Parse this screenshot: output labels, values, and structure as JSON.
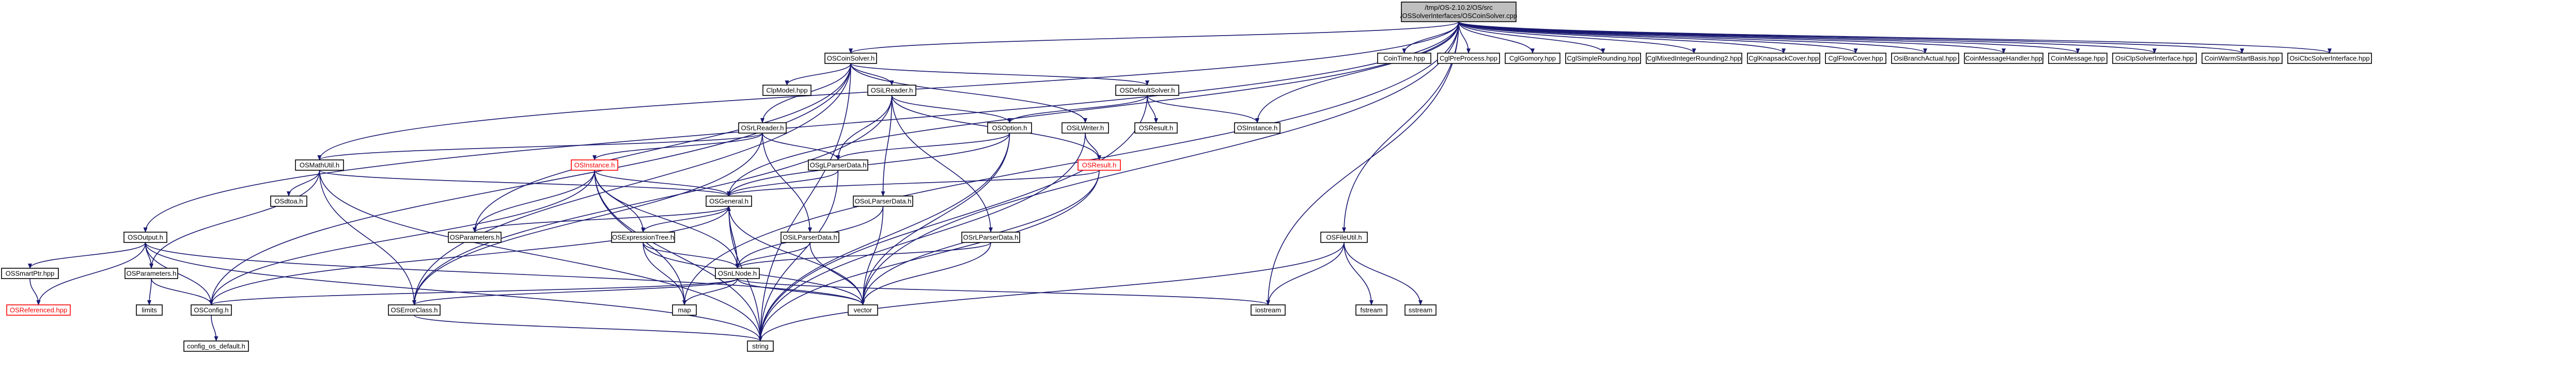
{
  "root": [
    "/tmp/OS-2.10.2/OS/src",
    "/OSSolverInterfaces/OSCoinSolver.cpp"
  ],
  "nodes": [
    {
      "id": "OSCoinSolver.h",
      "label": "OSCoinSolver.h"
    },
    {
      "id": "CoinTime.hpp",
      "label": "CoinTime.hpp"
    },
    {
      "id": "CglPreProcess.hpp",
      "label": "CglPreProcess.hpp"
    },
    {
      "id": "CglGomory.hpp",
      "label": "CglGomory.hpp"
    },
    {
      "id": "CglSimpleRounding.hpp",
      "label": "CglSimpleRounding.hpp"
    },
    {
      "id": "CglMixedIntegerRounding2.hpp",
      "label": "CglMixedIntegerRounding2.hpp"
    },
    {
      "id": "CglKnapsackCover.hpp",
      "label": "CglKnapsackCover.hpp"
    },
    {
      "id": "CglFlowCover.hpp",
      "label": "CglFlowCover.hpp"
    },
    {
      "id": "OsiBranchActual.hpp",
      "label": "OsiBranchActual.hpp"
    },
    {
      "id": "CoinMessageHandler.hpp",
      "label": "CoinMessageHandler.hpp"
    },
    {
      "id": "CoinMessage.hpp",
      "label": "CoinMessage.hpp"
    },
    {
      "id": "OsiClpSolverInterface.hpp",
      "label": "OsiClpSolverInterface.hpp"
    },
    {
      "id": "CoinWarmStartBasis.hpp",
      "label": "CoinWarmStartBasis.hpp"
    },
    {
      "id": "OsiCbcSolverInterface.hpp",
      "label": "OsiCbcSolverInterface.hpp"
    },
    {
      "id": "ClpModel.hpp",
      "label": "ClpModel.hpp"
    },
    {
      "id": "OSiLReader.h",
      "label": "OSiLReader.h"
    },
    {
      "id": "OSrLReader.h",
      "label": "OSrLReader.h"
    },
    {
      "id": "OSDefaultSolver.h",
      "label": "OSDefaultSolver.h"
    },
    {
      "id": "OSiLWriter.h",
      "label": "OSiLWriter.h"
    },
    {
      "id": "OSOption.h",
      "label": "OSOption.h"
    },
    {
      "id": "OSResult.h",
      "label": "OSResult.h"
    },
    {
      "id": "OSInstance.h",
      "label": "OSInstance.h"
    },
    {
      "id": "OSResult.h (plain)",
      "label": "OSResult.h"
    },
    {
      "id": "OSMathUtil.h",
      "label": "OSMathUtil.h"
    },
    {
      "id": "OSdtoa.h",
      "label": "OSdtoa.h"
    },
    {
      "id": "OSgLParserData.h",
      "label": "OSgLParserData.h"
    },
    {
      "id": "OSInstance.h (red)",
      "label": "OSInstance.h"
    },
    {
      "id": "OSGeneral.h",
      "label": "OSGeneral.h"
    },
    {
      "id": "OSoLParserData.h",
      "label": "OSoLParserData.h"
    },
    {
      "id": "OSOutput.h",
      "label": "OSOutput.h"
    },
    {
      "id": "OSParameters.h",
      "label": "OSParameters.h"
    },
    {
      "id": "OSExpressionTree.h",
      "label": "OSExpressionTree.h"
    },
    {
      "id": "OSiLParserData.h",
      "label": "OSiLParserData.h"
    },
    {
      "id": "OSrLParserData.h",
      "label": "OSrLParserData.h"
    },
    {
      "id": "OSFileUtil.h",
      "label": "OSFileUtil.h"
    },
    {
      "id": "OSnLNode.h",
      "label": "OSnLNode.h"
    },
    {
      "id": "OSSmartPtr.hpp",
      "label": "OSSmartPtr.hpp"
    },
    {
      "id": "OSParameters.h (2)",
      "label": "OSParameters.h"
    },
    {
      "id": "OSReferenced.hpp",
      "label": "OSReferenced.hpp"
    },
    {
      "id": "limits",
      "label": "limits"
    },
    {
      "id": "OSConfig.h",
      "label": "OSConfig.h"
    },
    {
      "id": "OSErrorClass.h",
      "label": "OSErrorClass.h"
    },
    {
      "id": "map",
      "label": "map"
    },
    {
      "id": "vector",
      "label": "vector"
    },
    {
      "id": "iostream",
      "label": "iostream"
    },
    {
      "id": "fstream",
      "label": "fstream"
    },
    {
      "id": "sstream",
      "label": "sstream"
    },
    {
      "id": "config_os_default.h",
      "label": "config_os_default.h"
    },
    {
      "id": "string",
      "label": "string"
    }
  ],
  "edges": [
    [
      "ROOT",
      "OSCoinSolver.h"
    ],
    [
      "ROOT",
      "CoinTime.hpp"
    ],
    [
      "ROOT",
      "CglPreProcess.hpp"
    ],
    [
      "ROOT",
      "CglGomory.hpp"
    ],
    [
      "ROOT",
      "CglSimpleRounding.hpp"
    ],
    [
      "ROOT",
      "CglMixedIntegerRounding2.hpp"
    ],
    [
      "ROOT",
      "CglKnapsackCover.hpp"
    ],
    [
      "ROOT",
      "CglFlowCover.hpp"
    ],
    [
      "ROOT",
      "OsiBranchActual.hpp"
    ],
    [
      "ROOT",
      "CoinMessageHandler.hpp"
    ],
    [
      "ROOT",
      "CoinMessage.hpp"
    ],
    [
      "ROOT",
      "OsiClpSolverInterface.hpp"
    ],
    [
      "ROOT",
      "CoinWarmStartBasis.hpp"
    ],
    [
      "ROOT",
      "OsiCbcSolverInterface.hpp"
    ],
    [
      "ROOT",
      "OSOutput.h"
    ],
    [
      "ROOT",
      "OSMathUtil.h"
    ],
    [
      "ROOT",
      "OSGeneral.h"
    ],
    [
      "ROOT",
      "OSFileUtil.h"
    ],
    [
      "ROOT",
      "OSInstance.h"
    ],
    [
      "ROOT",
      "iostream"
    ],
    [
      "ROOT",
      "vector"
    ],
    [
      "ROOT",
      "map"
    ],
    [
      "OSCoinSolver.h",
      "ClpModel.hpp"
    ],
    [
      "OSCoinSolver.h",
      "OSiLReader.h"
    ],
    [
      "OSCoinSolver.h",
      "OSrLReader.h"
    ],
    [
      "OSCoinSolver.h",
      "OSDefaultSolver.h"
    ],
    [
      "OSCoinSolver.h",
      "OSiLWriter.h"
    ],
    [
      "OSCoinSolver.h",
      "OSConfig.h"
    ],
    [
      "OSCoinSolver.h",
      "OSErrorClass.h"
    ],
    [
      "OSCoinSolver.h",
      "OSParameters.h"
    ],
    [
      "OSCoinSolver.h",
      "string"
    ],
    [
      "OSiLReader.h",
      "OSOption.h"
    ],
    [
      "OSiLReader.h",
      "OSgLParserData.h"
    ],
    [
      "OSiLReader.h",
      "OSoLParserData.h"
    ],
    [
      "OSiLReader.h",
      "OSrLParserData.h"
    ],
    [
      "OSiLReader.h",
      "OSErrorClass.h"
    ],
    [
      "OSiLReader.h",
      "OSResult.h"
    ],
    [
      "OSrLReader.h",
      "OSInstance.h (red)"
    ],
    [
      "OSrLReader.h",
      "OSgLParserData.h"
    ],
    [
      "OSrLReader.h",
      "OSiLParserData.h"
    ],
    [
      "OSrLReader.h",
      "OSMathUtil.h"
    ],
    [
      "OSrLReader.h",
      "OSErrorClass.h"
    ],
    [
      "OSDefaultSolver.h",
      "OSOption.h"
    ],
    [
      "OSDefaultSolver.h",
      "OSResult.h (plain)"
    ],
    [
      "OSDefaultSolver.h",
      "OSInstance.h"
    ],
    [
      "OSDefaultSolver.h",
      "string"
    ],
    [
      "OSiLWriter.h",
      "OSResult.h"
    ],
    [
      "OSiLWriter.h",
      "string"
    ],
    [
      "OSOption.h",
      "OSGeneral.h"
    ],
    [
      "OSOption.h",
      "OSgLParserData.h"
    ],
    [
      "OSOption.h",
      "vector"
    ],
    [
      "OSOption.h",
      "string"
    ],
    [
      "OSResult.h",
      "OSGeneral.h"
    ],
    [
      "OSResult.h",
      "vector"
    ],
    [
      "OSResult.h",
      "string"
    ],
    [
      "OSMathUtil.h",
      "OSdtoa.h"
    ],
    [
      "OSMathUtil.h",
      "OSGeneral.h"
    ],
    [
      "OSMathUtil.h",
      "OSParameters.h (2)"
    ],
    [
      "OSMathUtil.h",
      "OSErrorClass.h"
    ],
    [
      "OSMathUtil.h",
      "string"
    ],
    [
      "OSgLParserData.h",
      "OSGeneral.h"
    ],
    [
      "OSgLParserData.h",
      "string"
    ],
    [
      "OSInstance.h (red)",
      "OSGeneral.h"
    ],
    [
      "OSInstance.h (red)",
      "OSParameters.h"
    ],
    [
      "OSInstance.h (red)",
      "OSExpressionTree.h"
    ],
    [
      "OSInstance.h (red)",
      "OSnLNode.h"
    ],
    [
      "OSInstance.h (red)",
      "OSConfig.h"
    ],
    [
      "OSInstance.h (red)",
      "map"
    ],
    [
      "OSInstance.h (red)",
      "string"
    ],
    [
      "OSGeneral.h",
      "OSParameters.h"
    ],
    [
      "OSGeneral.h",
      "OSExpressionTree.h"
    ],
    [
      "OSGeneral.h",
      "OSnLNode.h"
    ],
    [
      "OSGeneral.h",
      "OSConfig.h"
    ],
    [
      "OSGeneral.h",
      "string"
    ],
    [
      "OSGeneral.h",
      "vector"
    ],
    [
      "OSoLParserData.h",
      "OSnLNode.h"
    ],
    [
      "OSoLParserData.h",
      "vector"
    ],
    [
      "OSiLParserData.h",
      "OSnLNode.h"
    ],
    [
      "OSiLParserData.h",
      "vector"
    ],
    [
      "OSrLParserData.h",
      "OSnLNode.h"
    ],
    [
      "OSrLParserData.h",
      "vector"
    ],
    [
      "OSExpressionTree.h",
      "OSnLNode.h"
    ],
    [
      "OSExpressionTree.h",
      "map"
    ],
    [
      "OSExpressionTree.h",
      "vector"
    ],
    [
      "OSnLNode.h",
      "OSGeneral.h"
    ],
    [
      "OSnLNode.h",
      "OSErrorClass.h"
    ],
    [
      "OSnLNode.h",
      "OSConfig.h"
    ],
    [
      "OSnLNode.h",
      "map"
    ],
    [
      "OSnLNode.h",
      "vector"
    ],
    [
      "OSnLNode.h",
      "iostream"
    ],
    [
      "OSOutput.h",
      "OSSmartPtr.hpp"
    ],
    [
      "OSOutput.h",
      "OSParameters.h (2)"
    ],
    [
      "OSOutput.h",
      "OSReferenced.hpp"
    ],
    [
      "OSOutput.h",
      "OSConfig.h"
    ],
    [
      "OSOutput.h",
      "vector"
    ],
    [
      "OSOutput.h",
      "string"
    ],
    [
      "OSSmartPtr.hpp",
      "OSReferenced.hpp"
    ],
    [
      "OSParameters.h (2)",
      "limits"
    ],
    [
      "OSParameters.h (2)",
      "OSConfig.h"
    ],
    [
      "OSConfig.h",
      "config_os_default.h"
    ],
    [
      "OSErrorClass.h",
      "string"
    ],
    [
      "OSFileUtil.h",
      "iostream"
    ],
    [
      "OSFileUtil.h",
      "fstream"
    ],
    [
      "OSFileUtil.h",
      "sstream"
    ],
    [
      "OSFileUtil.h",
      "string"
    ]
  ],
  "colors": {
    "edge": "#191970",
    "root_fill": "#bfbfbf",
    "warn": "#ff0000",
    "box": "#000000"
  }
}
